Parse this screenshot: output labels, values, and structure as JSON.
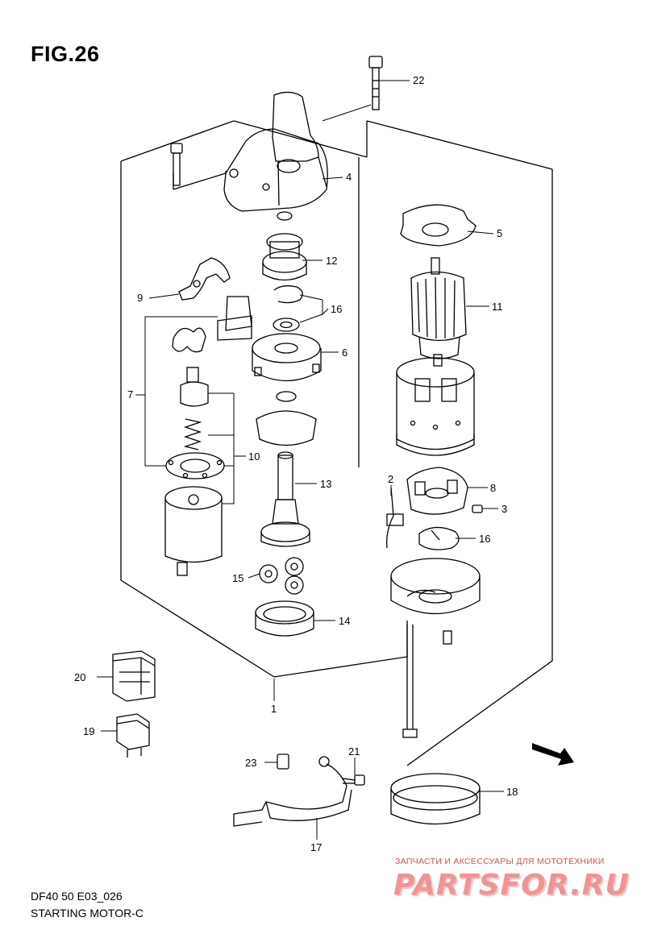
{
  "figure": {
    "title": "FIG.26"
  },
  "footer": {
    "model_code": "DF40 50 E03_026",
    "caption": "STARTING MOTOR-C"
  },
  "watermark": {
    "tagline": "ЗАПЧАСТИ И АКСЕССУАРЫ ДЛЯ МОТОТЕХНИКИ",
    "logo": "PARTSFOR.RU"
  },
  "fwd_badge": "FWD",
  "callouts": {
    "c1": "1",
    "c2": "2",
    "c3": "3",
    "c4": "4",
    "c5": "5",
    "c6": "6",
    "c7": "7",
    "c8": "8",
    "c9": "9",
    "c10": "10",
    "c11": "11",
    "c12": "12",
    "c13": "13",
    "c14": "14",
    "c15": "15",
    "c16a": "16",
    "c16b": "16",
    "c17": "17",
    "c18": "18",
    "c19": "19",
    "c20": "20",
    "c21": "21",
    "c22": "22",
    "c23": "23"
  }
}
